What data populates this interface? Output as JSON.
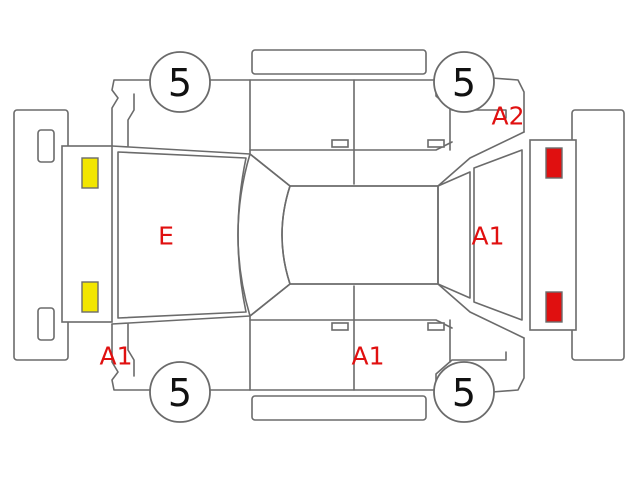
{
  "tires": {
    "front_left": "5",
    "front_right": "5",
    "rear_left": "5",
    "rear_right": "5"
  },
  "damage_codes": {
    "hood": "E",
    "front_left_corner": "A1",
    "rear_right_corner": "A2",
    "rear_glass": "A1",
    "rear_left_door": "A1"
  },
  "colors": {
    "outline": "#6b6b6b",
    "damage_code": "#e01010",
    "front_light": "#f2e600",
    "rear_light": "#e01010"
  }
}
